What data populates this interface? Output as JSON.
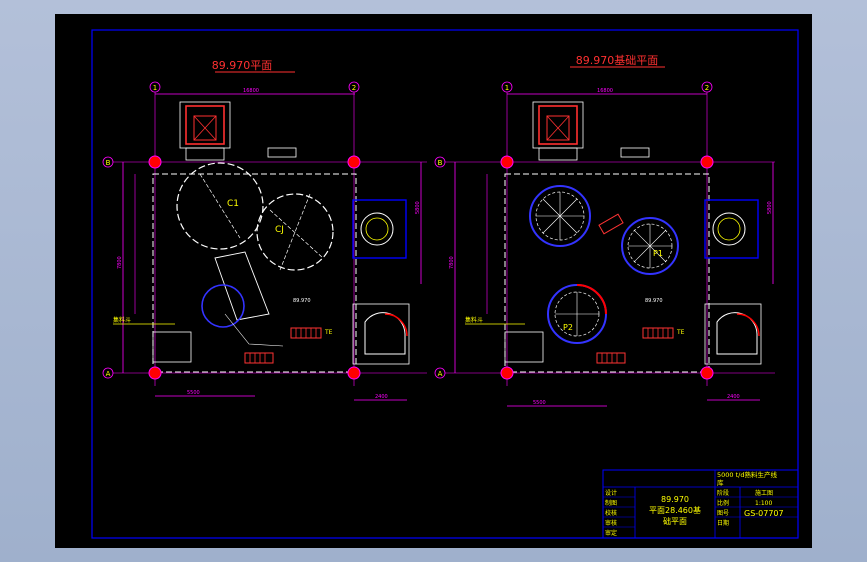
{
  "titles": {
    "left": "89.970平面",
    "right": "89.970基础平面"
  },
  "grid": {
    "axis_1": "1",
    "axis_2": "2",
    "axis_A": "A",
    "axis_B": "B"
  },
  "labels": {
    "silo_c1_top": "C1",
    "silo_c1_right": "CJ",
    "pit_p1": "P1",
    "pit_p2": "P2",
    "elev_left": "89.970",
    "elev_right": "89.970",
    "marker_left": "集料斗",
    "marker_right": "集料斗",
    "stair_left": "TE",
    "stair_right": "TE",
    "dim_top_left": "16800",
    "dim_top_right": "16800",
    "dim_bottom_left": "5500",
    "dim_bottom_right": "5500",
    "dim_side_left": "7800",
    "dim_side_right": "7800",
    "dim_sub_left": "2400",
    "dim_sub_right": "2400",
    "dim_span_left": "5800",
    "dim_span_right": "5800"
  },
  "title_block": {
    "project": "5000 t/d熟料生产线",
    "project_line2": "库",
    "rows": [
      "设计",
      "制图",
      "校核",
      "审核",
      "审定"
    ],
    "drawing_name_1": "89.970",
    "drawing_name_2": "平面28.460基",
    "drawing_name_3": "础平面",
    "stage_label": "阶段",
    "stage_value": "施工图",
    "scale_label": "比例",
    "scale_value": "1:100",
    "number_label": "图号",
    "number_value": "GS-07707",
    "date_label": "日期"
  },
  "colors": {
    "frame": "#0000ff",
    "wall": "#ffffff",
    "dim": "#ff00ff",
    "column": "#ff0000",
    "text_red": "#ff3030",
    "text_yellow": "#ffff00",
    "stair": "#ff3333",
    "hatch": "#00ffff"
  }
}
